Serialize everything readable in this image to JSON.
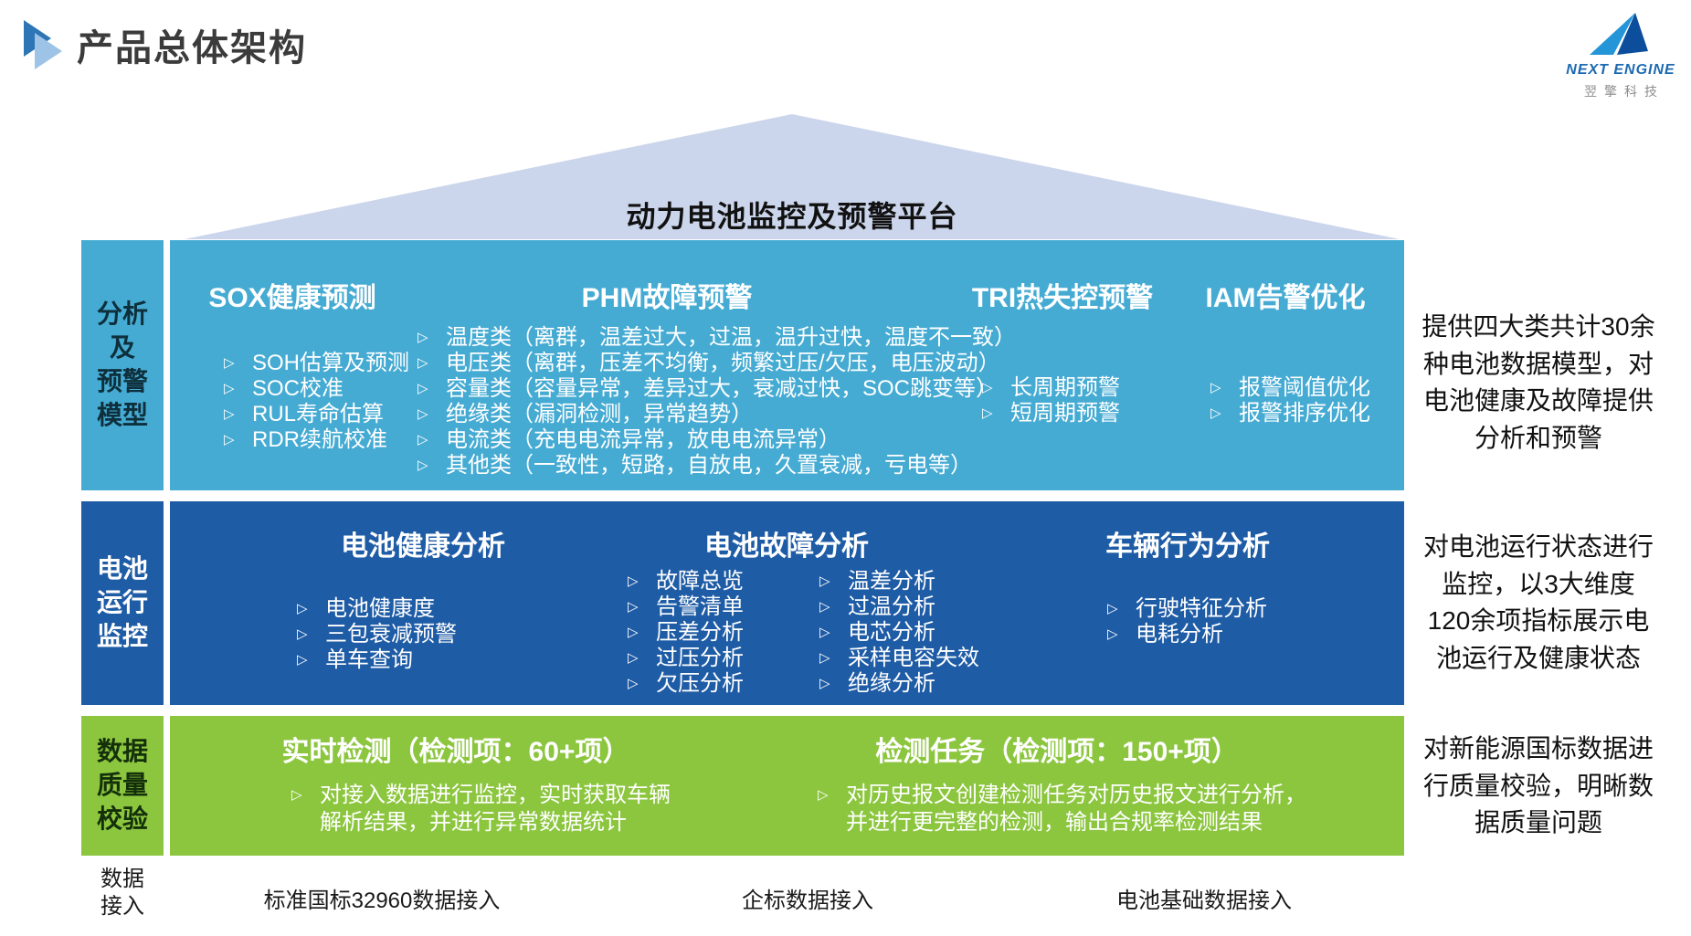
{
  "colors": {
    "layer_analysis_bg": "#46ABD3",
    "layer_monitoring_bg": "#1F5CA6",
    "layer_quality_bg": "#8CC63F",
    "roof_bg": "#CBD5EB",
    "accent_blue": "#2E75B6",
    "logo_blue": "#1C6AB2"
  },
  "header": {
    "title": "产品总体架构"
  },
  "logo": {
    "brand": "NEXT ENGINE",
    "company": "翌擎科技"
  },
  "platform": {
    "title": "动力电池监控及预警平台"
  },
  "analysis": {
    "sidebar": "分析\n及\n预警\n模型",
    "sox": {
      "heading": "SOX健康预测",
      "items": [
        "SOH估算及预测",
        "SOC校准",
        "RUL寿命估算",
        "RDR续航校准"
      ]
    },
    "phm": {
      "heading": "PHM故障预警",
      "items": [
        "温度类（离群，温差过大，过温，温升过快，温度不一致）",
        "电压类（离群，压差不均衡，频繁过压/欠压，电压波动）",
        "容量类（容量异常，差异过大，衰减过快，SOC跳变等）",
        "绝缘类（漏洞检测，异常趋势）",
        "电流类（充电电流异常，放电电流异常）",
        "其他类（一致性，短路，自放电，久置衰减，亏电等）"
      ]
    },
    "tri": {
      "heading": "TRI热失控预警",
      "items": [
        "长周期预警",
        "短周期预警"
      ]
    },
    "iam": {
      "heading": "IAM告警优化",
      "items": [
        "报警阈值优化",
        "报警排序优化"
      ]
    },
    "note": "提供四大类共计30余种电池数据模型，对电池健康及故障提供分析和预警"
  },
  "monitoring": {
    "sidebar": "电池\n运行\n监控",
    "health": {
      "heading": "电池健康分析",
      "items": [
        "电池健康度",
        "三包衰减预警",
        "单车查询"
      ]
    },
    "fault": {
      "heading": "电池故障分析",
      "items_left": [
        "故障总览",
        "告警清单",
        "压差分析",
        "过压分析",
        "欠压分析"
      ],
      "items_right": [
        "温差分析",
        "过温分析",
        "电芯分析",
        "采样电容失效",
        "绝缘分析"
      ]
    },
    "vehicle": {
      "heading": "车辆行为分析",
      "items": [
        "行驶特征分析",
        "电耗分析"
      ]
    },
    "note": "对电池运行状态进行监控，以3大维度120余项指标展示电池运行及健康状态"
  },
  "quality": {
    "sidebar": "数据\n质量\n校验",
    "realtime": {
      "heading": "实时检测（检测项：60+项）",
      "item": "对接入数据进行监控，实时获取车辆\n解析结果，并进行异常数据统计"
    },
    "task": {
      "heading": "检测任务（检测项：150+项）",
      "item": "对历史报文创建检测任务对历史报文进行分析，\n并进行更完整的检测，输出合规率检测结果"
    },
    "note": "对新能源国标数据进行质量校验，明晰数据质量问题"
  },
  "data_access": {
    "sidebar": "数据\n接入",
    "items": [
      "标准国标32960数据接入",
      "企标数据接入",
      "电池基础数据接入"
    ]
  }
}
